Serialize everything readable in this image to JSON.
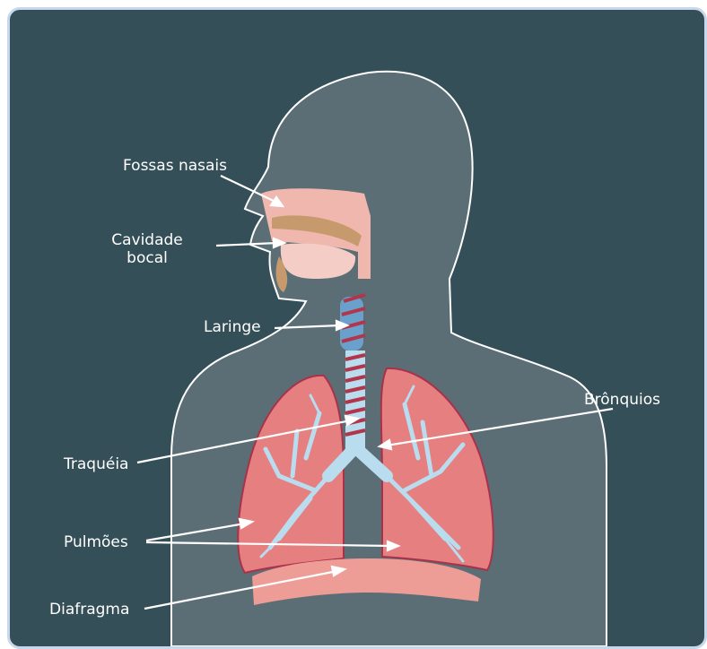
{
  "labels": {
    "fossas_nasais": "Fossas nasais",
    "cavidade_bocal_line1": "Cavidade",
    "cavidade_bocal_line2": "bocal",
    "laringe": "Laringe",
    "traqueia": "Traquéia",
    "bronquios": "Brônquios",
    "pulmoes": "Pulmões",
    "diafragma": "Diafragma"
  },
  "colors": {
    "background": "#354f58",
    "body": "#5b6e75",
    "lung": "#e57f80",
    "bronchi": "#b9dcef",
    "nasal": "#f0b7ae",
    "tongue": "#c79a6e",
    "trachea_ring": "#b2354a",
    "label": "#ffffff"
  }
}
